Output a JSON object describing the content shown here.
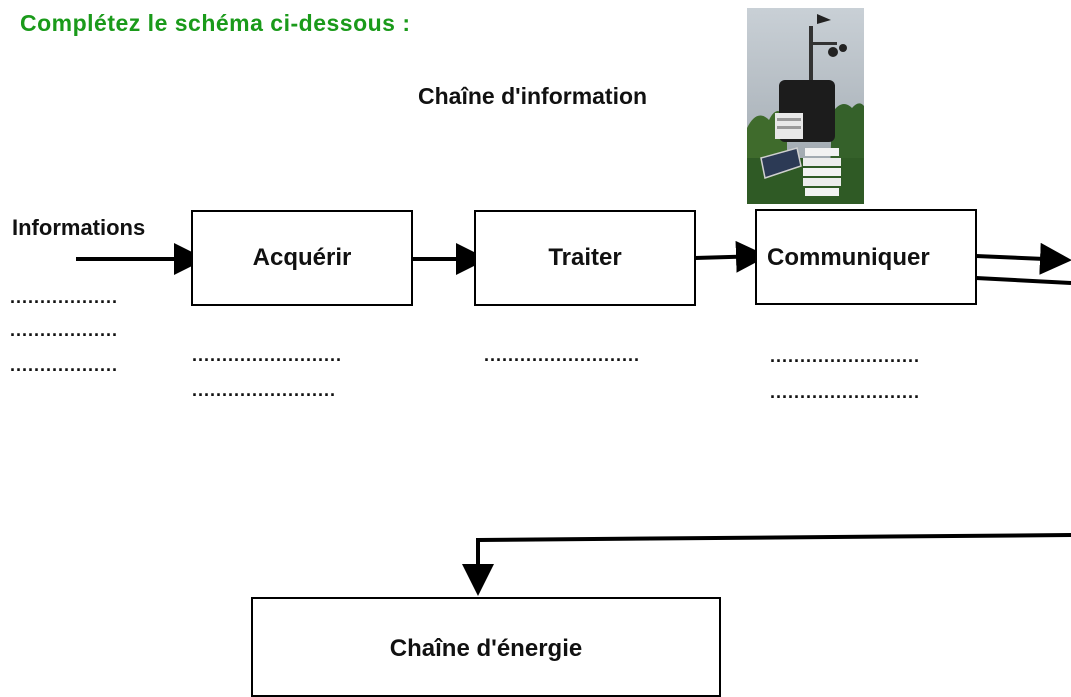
{
  "heading": {
    "text": "Complétez le schéma ci-dessous :",
    "color": "#1a9a1a"
  },
  "info_chain_title": "Chaîne d'information",
  "input_label": "Informations",
  "blocks": {
    "acquerir": "Acquérir",
    "traiter": "Traiter",
    "communiquer": "Communiquer",
    "energie": "Chaîne d'énergie"
  },
  "blanks": {
    "input": [
      "..................",
      "..................",
      ".................."
    ],
    "acquerir": [
      ".........................",
      "........................"
    ],
    "traiter": "..........................",
    "communiquer": [
      ".........................",
      "........................."
    ]
  },
  "photo": {
    "icon": "weather-station-photo"
  }
}
